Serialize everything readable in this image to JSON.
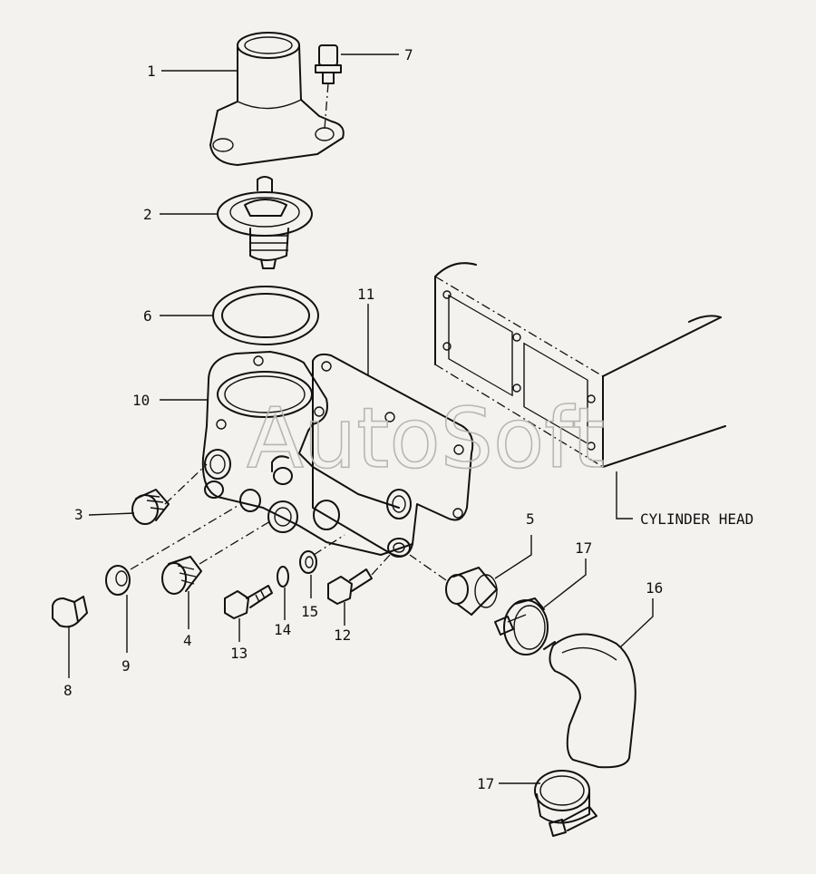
{
  "diagram": {
    "watermark": "AutoSoft",
    "reference_label": "CYLINDER HEAD",
    "callouts": [
      {
        "id": "1",
        "label": "1"
      },
      {
        "id": "2",
        "label": "2"
      },
      {
        "id": "3",
        "label": "3"
      },
      {
        "id": "4",
        "label": "4"
      },
      {
        "id": "5",
        "label": "5"
      },
      {
        "id": "6",
        "label": "6"
      },
      {
        "id": "7",
        "label": "7"
      },
      {
        "id": "8",
        "label": "8"
      },
      {
        "id": "9",
        "label": "9"
      },
      {
        "id": "10",
        "label": "10"
      },
      {
        "id": "11",
        "label": "11"
      },
      {
        "id": "12",
        "label": "12"
      },
      {
        "id": "13",
        "label": "13"
      },
      {
        "id": "14",
        "label": "14"
      },
      {
        "id": "15",
        "label": "15"
      },
      {
        "id": "16",
        "label": "16"
      },
      {
        "id": "17a",
        "label": "17"
      },
      {
        "id": "17b",
        "label": "17"
      }
    ]
  }
}
